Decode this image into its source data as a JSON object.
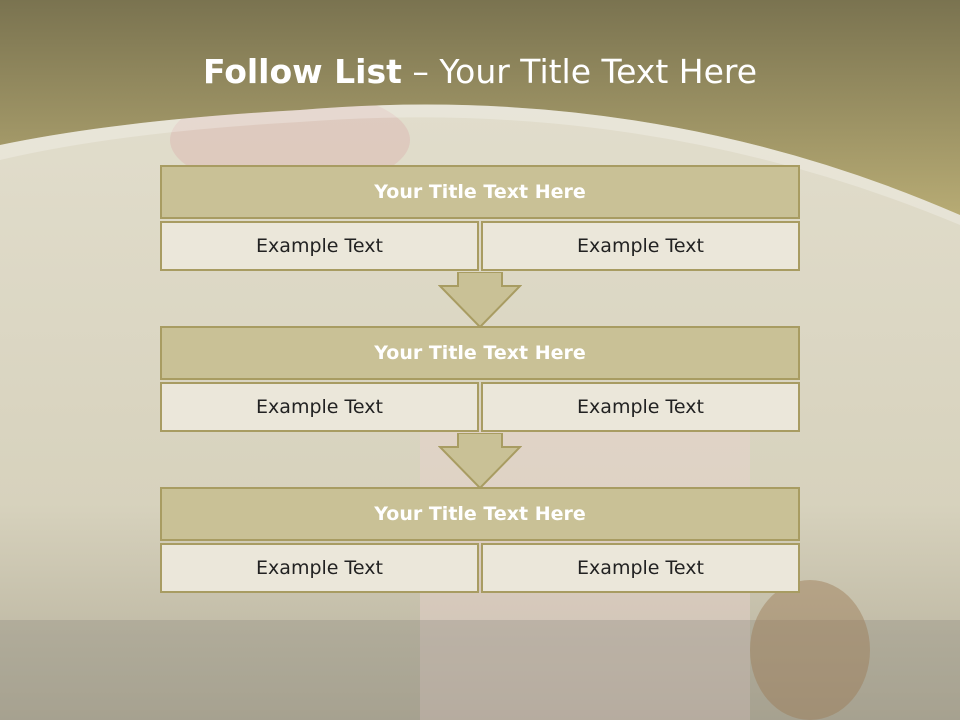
{
  "header": {
    "title_bold": "Follow List",
    "title_rest": "  – Your Title Text Here"
  },
  "blocks": [
    {
      "title": "Your Title Text Here",
      "cells": [
        "Example Text",
        "Example Text"
      ]
    },
    {
      "title": "Your Title Text Here",
      "cells": [
        "Example Text",
        "Example Text"
      ]
    },
    {
      "title": "Your Title Text Here",
      "cells": [
        "Example Text",
        "Example Text"
      ]
    }
  ],
  "colors": {
    "header_band": "#8f8656",
    "title_fill": "#c9c196",
    "cell_fill": "#ebe7da",
    "border": "#a89c62"
  }
}
